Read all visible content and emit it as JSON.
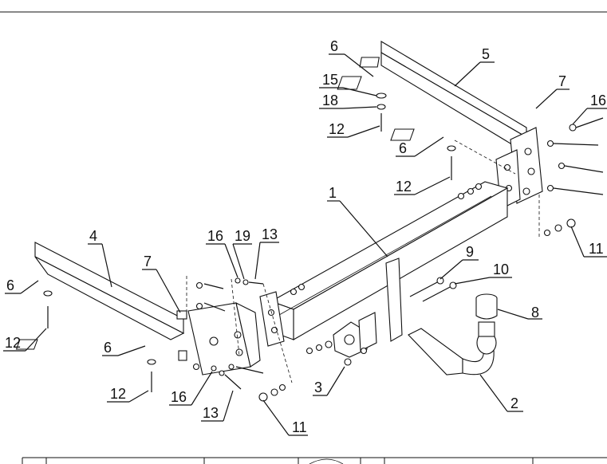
{
  "callouts": [
    "1",
    "2",
    "3",
    "4",
    "5",
    "6",
    "6",
    "6",
    "6",
    "7",
    "7",
    "8",
    "9",
    "10",
    "11",
    "11",
    "12",
    "12",
    "12",
    "12",
    "13",
    "13",
    "15",
    "16",
    "16",
    "16",
    "18",
    "19"
  ],
  "footer_cells": [
    "",
    "",
    "",
    "",
    "",
    ""
  ]
}
